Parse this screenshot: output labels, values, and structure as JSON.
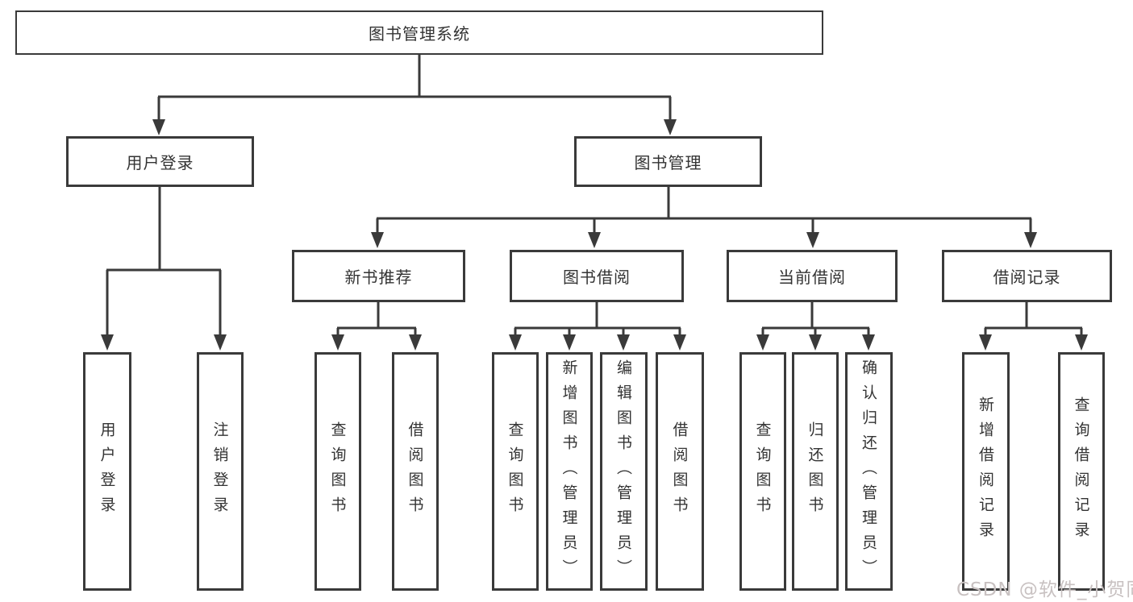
{
  "diagram_title": "图书管理系统",
  "hierarchy": {
    "label": "图书管理系统",
    "children": [
      {
        "label": "用户登录",
        "children": [
          {
            "label": "用户登录"
          },
          {
            "label": "注销登录"
          }
        ]
      },
      {
        "label": "图书管理",
        "children": [
          {
            "label": "新书推荐",
            "children": [
              {
                "label": "查询图书"
              },
              {
                "label": "借阅图书"
              }
            ]
          },
          {
            "label": "图书借阅",
            "children": [
              {
                "label": "查询图书"
              },
              {
                "label": "新增图书（管理员）"
              },
              {
                "label": "编辑图书（管理员）"
              },
              {
                "label": "借阅图书"
              }
            ]
          },
          {
            "label": "当前借阅",
            "children": [
              {
                "label": "查询图书"
              },
              {
                "label": "归还图书"
              },
              {
                "label": "确认归还（管理员）"
              }
            ]
          },
          {
            "label": "借阅记录",
            "children": [
              {
                "label": "新增借阅记录"
              },
              {
                "label": "查询借阅记录"
              }
            ]
          }
        ]
      }
    ]
  },
  "watermark": "CSDN @软件_小贺同学",
  "colors": {
    "line": "#3a3a3a",
    "text": "#333333",
    "background": "#ffffff",
    "watermark": "#c8c1c1"
  }
}
